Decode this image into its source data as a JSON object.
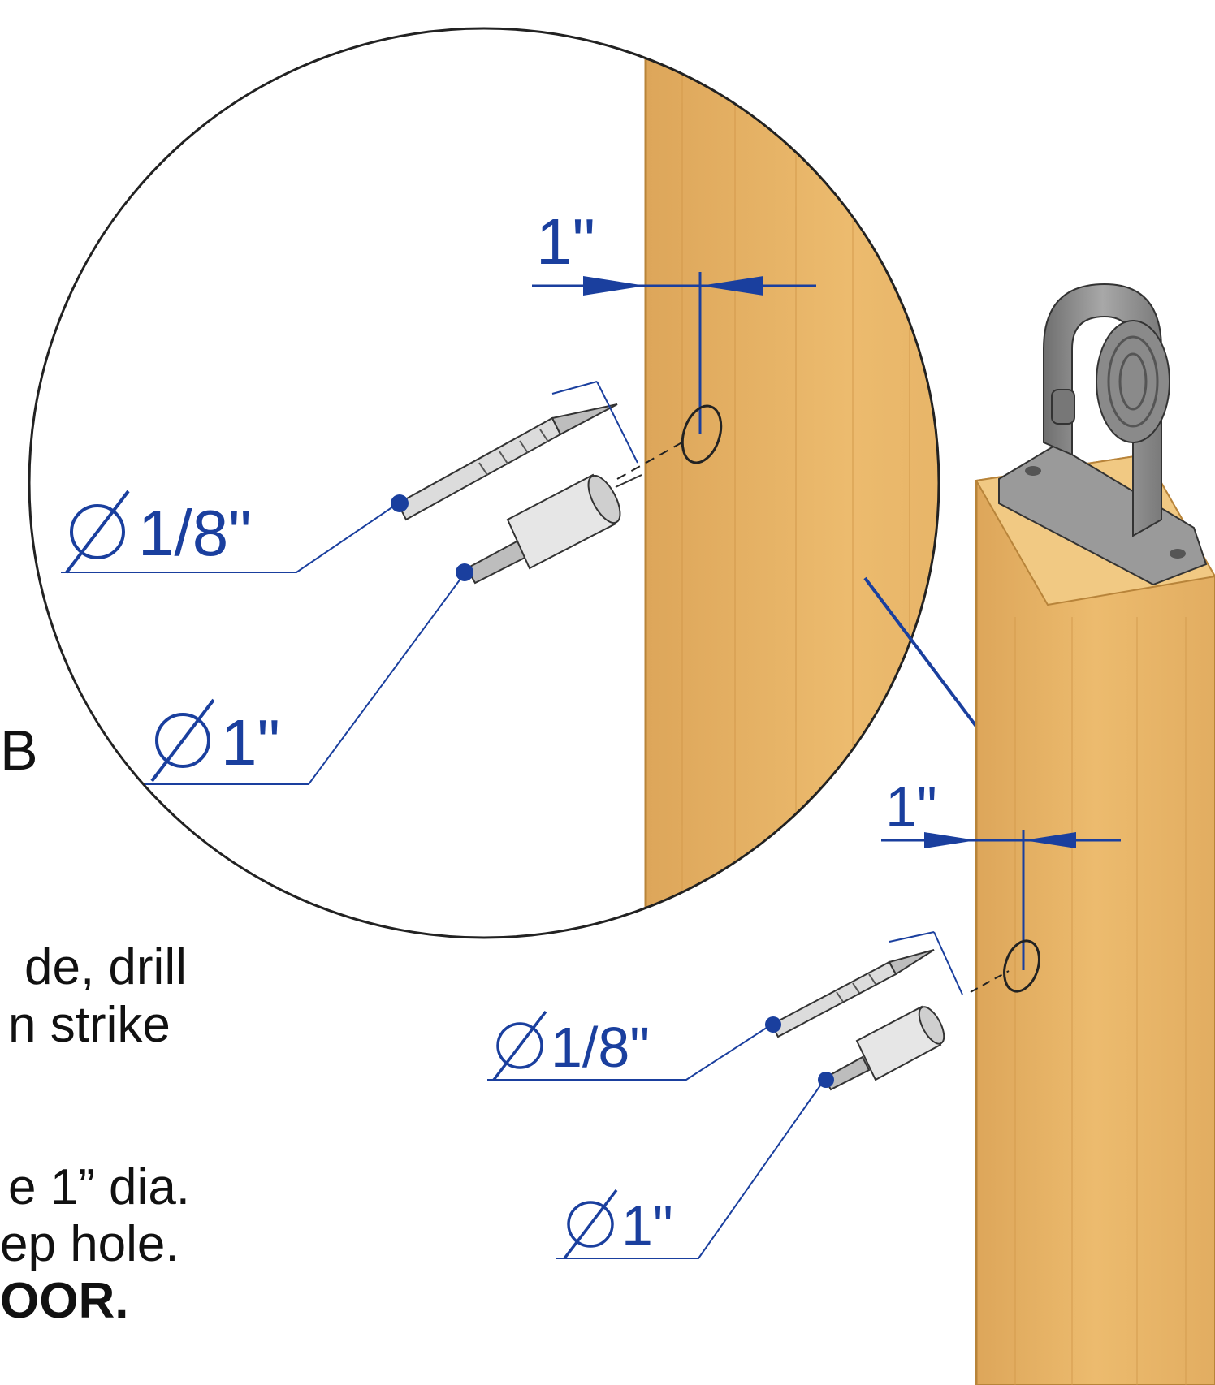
{
  "colors": {
    "dimension_blue": "#1a3f9e",
    "wood": "#e9b566",
    "wood_edge": "#c98d3a",
    "metal": "#8c8c8c",
    "outline": "#222222"
  },
  "detail": {
    "offset_label": "1\"",
    "pilot_drill_label": "1/8\"",
    "hole_saw_label": "1\"",
    "step_marker": "B"
  },
  "main": {
    "offset_label": "1\"",
    "pilot_drill_label": "1/8\"",
    "hole_saw_label": "1\""
  },
  "icons": [
    "diameter-icon",
    "drill-bit-icon",
    "hole-saw-icon",
    "door-roller-hanger-icon"
  ],
  "instructions": {
    "line1": "de, drill",
    "line2": "n strike",
    "line3": "e 1” dia.",
    "line4": "ep hole.",
    "line5": "OOR."
  }
}
